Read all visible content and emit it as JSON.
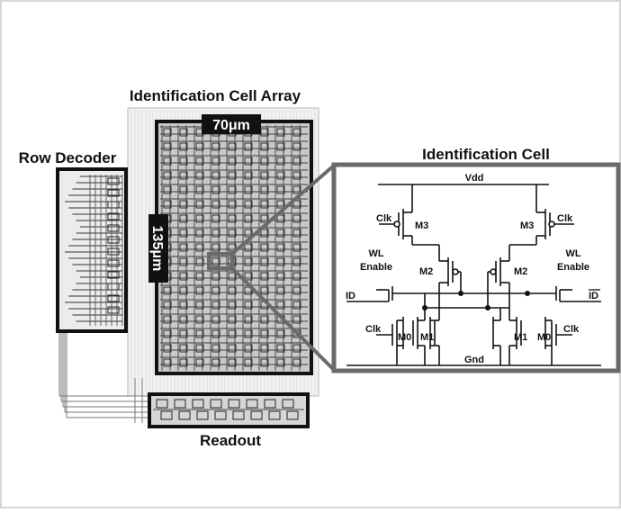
{
  "layout_labels": {
    "array_title": "Identification Cell Array",
    "row_decoder": "Row Decoder",
    "readout": "Readout",
    "width_dim": "70μm",
    "height_dim": "135μm"
  },
  "cell": {
    "title": "Identification Cell",
    "vdd": "Vdd",
    "gnd": "Gnd",
    "clk": "Clk",
    "m3": "M3",
    "m2": "M2",
    "m1": "M1",
    "m0": "M0",
    "wl": "WL",
    "enable": "Enable",
    "id": "ID",
    "id_bar": "ID"
  },
  "colors": {
    "frame": "#6a6a6a",
    "ink": "#111111",
    "layout_gray": "#9a9a9a"
  }
}
